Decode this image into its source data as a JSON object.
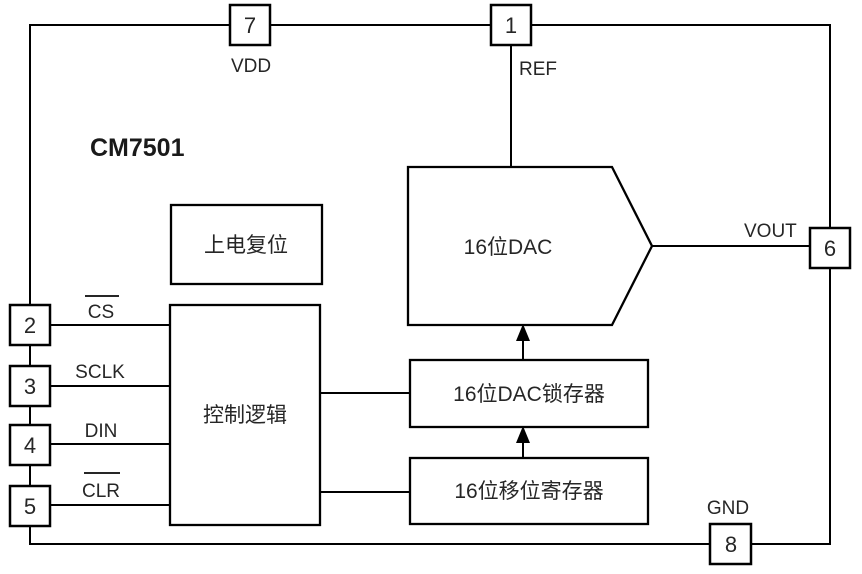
{
  "diagram": {
    "chip_title": "CM7501",
    "blocks": {
      "power_on_reset": {
        "label": "上电复位"
      },
      "control_logic": {
        "label": "控制逻辑"
      },
      "dac": {
        "label": "16位DAC"
      },
      "dac_latch": {
        "label": "16位DAC锁存器"
      },
      "shift_register": {
        "label": "16位移位寄存器"
      }
    },
    "pins": {
      "p1": {
        "number": "1",
        "name": "REF"
      },
      "p2": {
        "number": "2",
        "name": "CS",
        "overline": true
      },
      "p3": {
        "number": "3",
        "name": "SCLK"
      },
      "p4": {
        "number": "4",
        "name": "DIN"
      },
      "p5": {
        "number": "5",
        "name": "CLR",
        "overline": true
      },
      "p6": {
        "number": "6",
        "name": "VOUT"
      },
      "p7": {
        "number": "7",
        "name": "VDD"
      },
      "p8": {
        "number": "8",
        "name": "GND"
      }
    },
    "colors": {
      "line": "#000000",
      "text": "#262626",
      "background": "#ffffff"
    }
  }
}
